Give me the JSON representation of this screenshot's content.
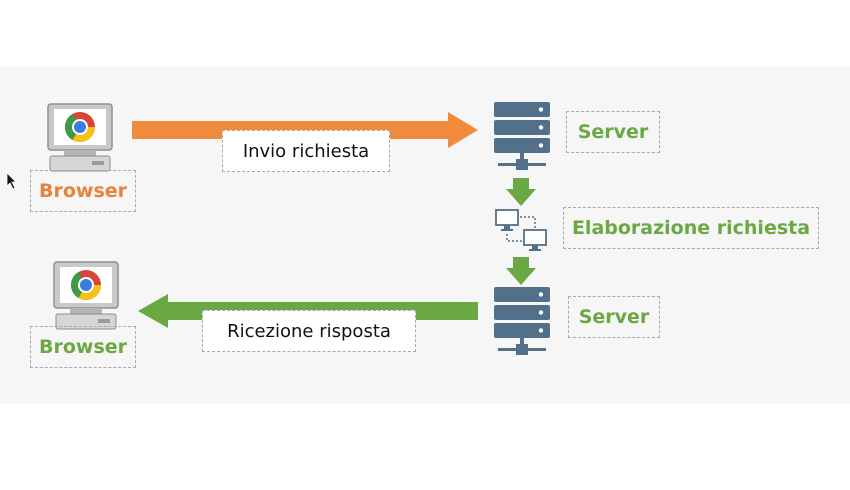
{
  "request_flow": {
    "client": "Browser",
    "request_label": "Invio richiesta",
    "server": "Server"
  },
  "processing": {
    "label": "Elaborazione richiesta"
  },
  "response_flow": {
    "server": "Server",
    "response_label": "Ricezione risposta",
    "client": "Browser"
  },
  "colors": {
    "request_arrow": "#f08a3c",
    "response_arrow": "#6aa843",
    "server_icon": "#53708a",
    "browser_label": "#e8823a",
    "green_label": "#6aa843"
  },
  "icons": [
    "computer-chrome-icon",
    "server-icon",
    "arrow-down-icon",
    "network-computers-icon",
    "mouse-cursor-icon"
  ]
}
